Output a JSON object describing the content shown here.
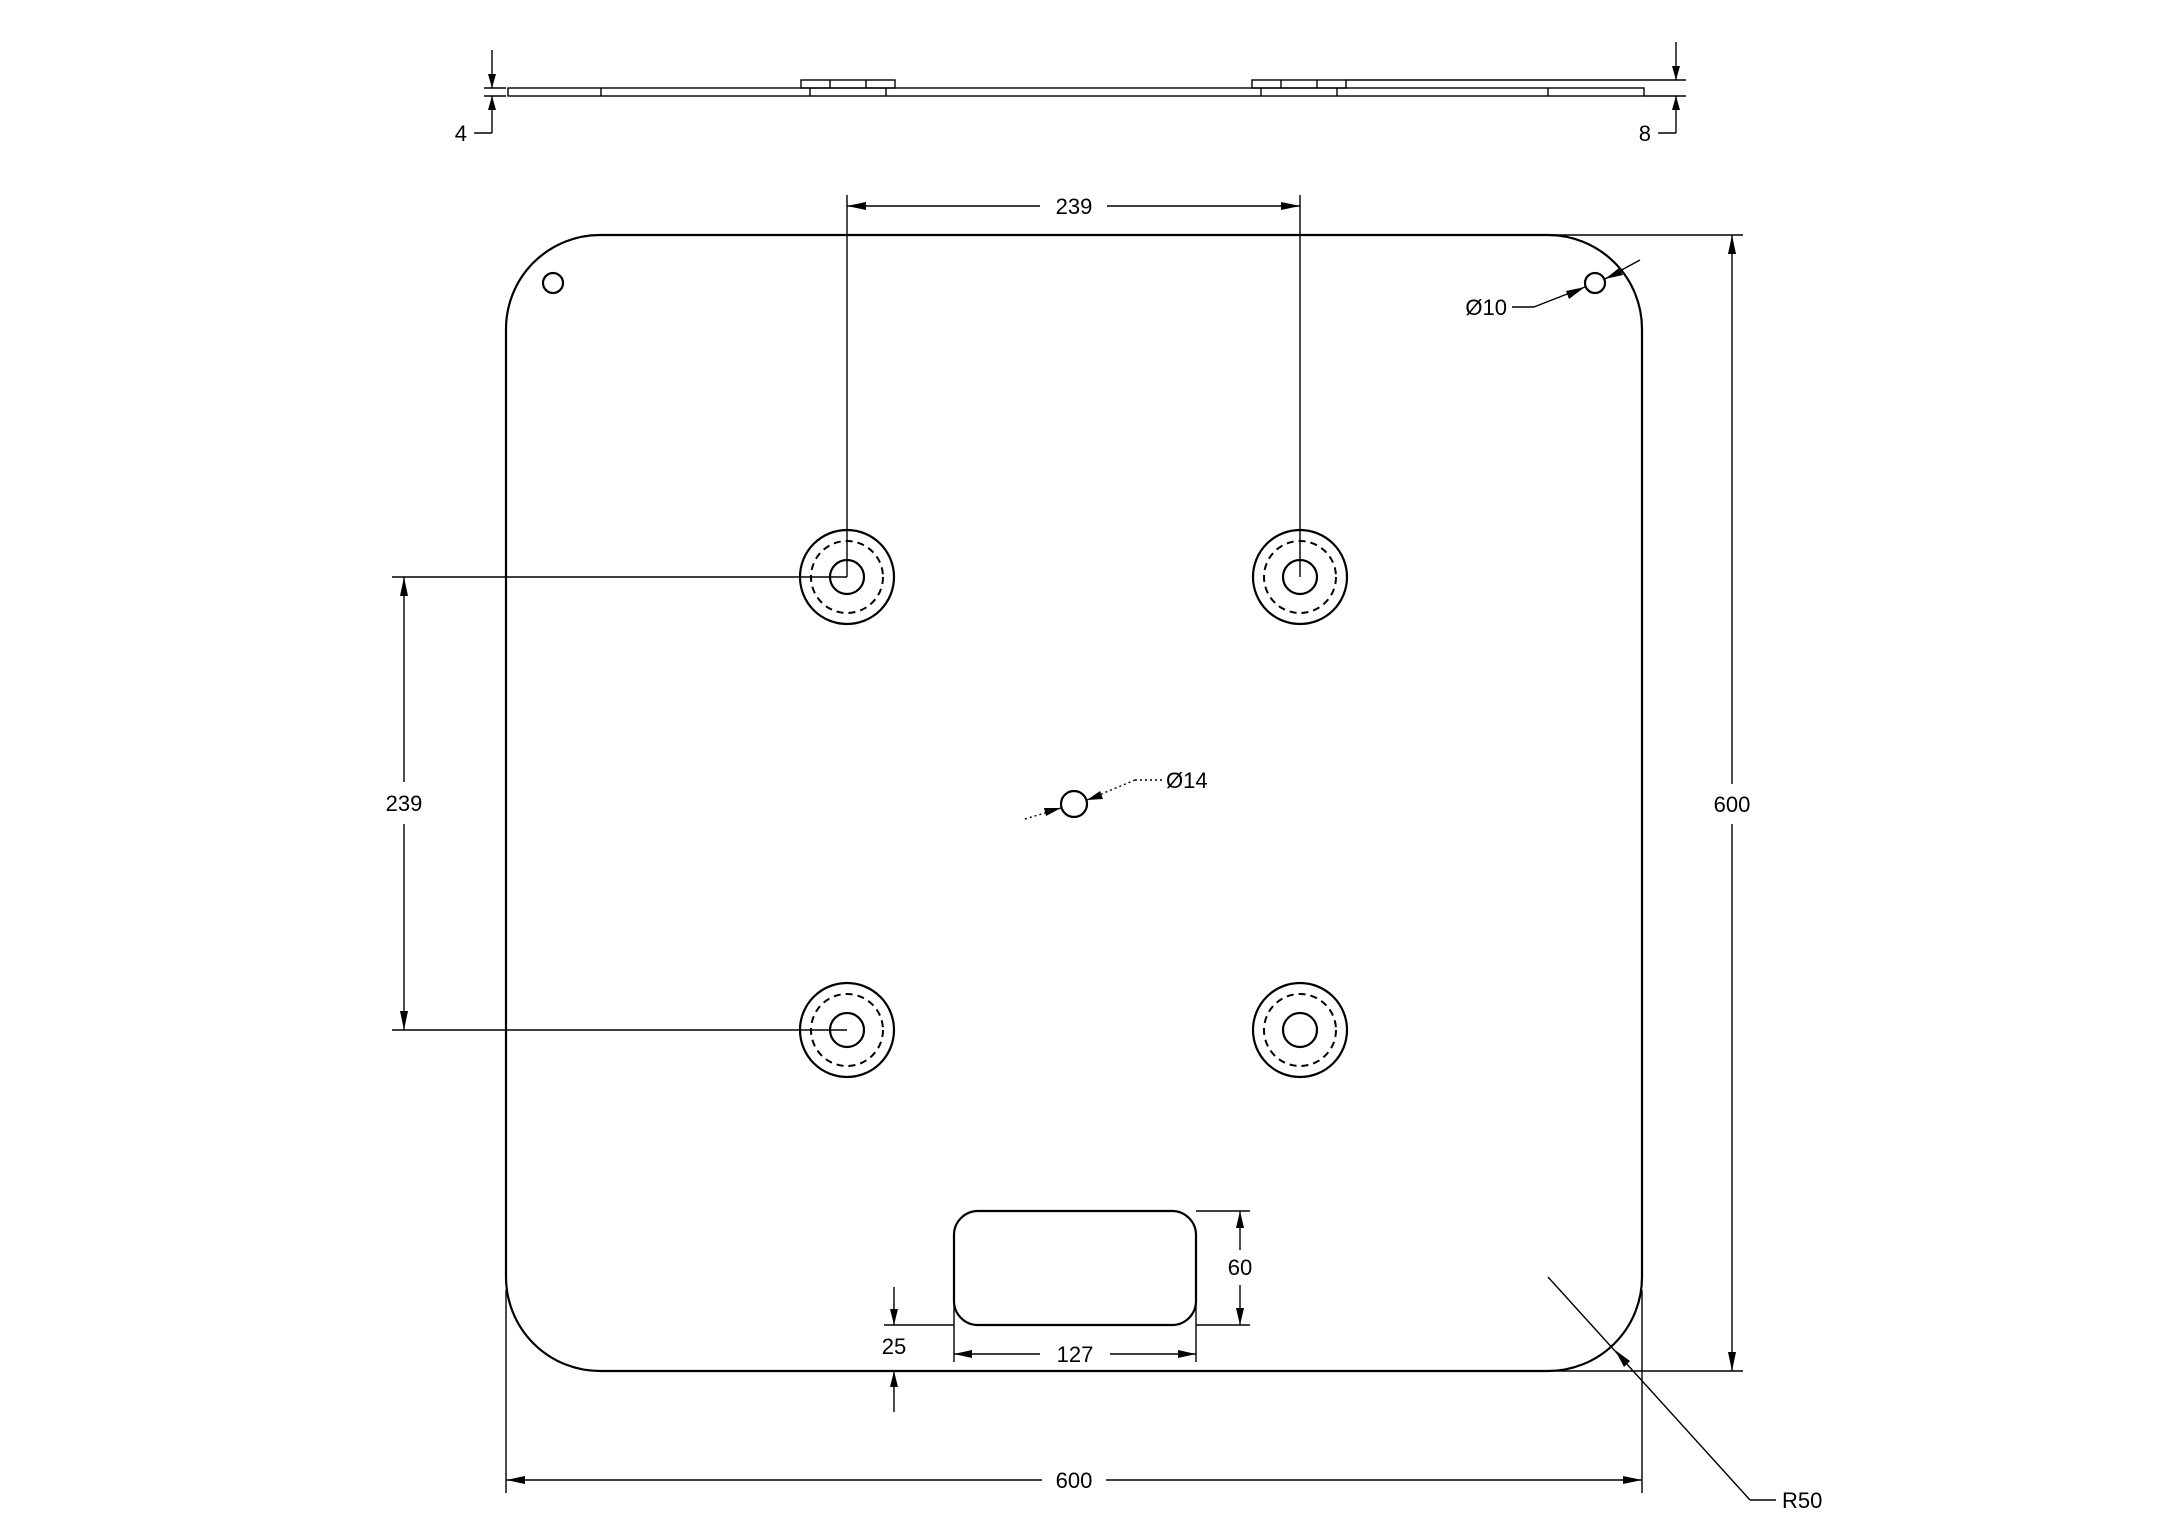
{
  "drawing": {
    "dims": {
      "thickness_plate": "4",
      "thickness_total": "8",
      "hole_spacing_x": "239",
      "hole_spacing_y": "239",
      "corner_hole_dia": "Ø10",
      "center_hole_dia": "Ø14",
      "overall_height": "600",
      "overall_width": "600",
      "slot_height": "60",
      "slot_width": "127",
      "slot_offset": "25",
      "corner_radius": "R50"
    }
  }
}
